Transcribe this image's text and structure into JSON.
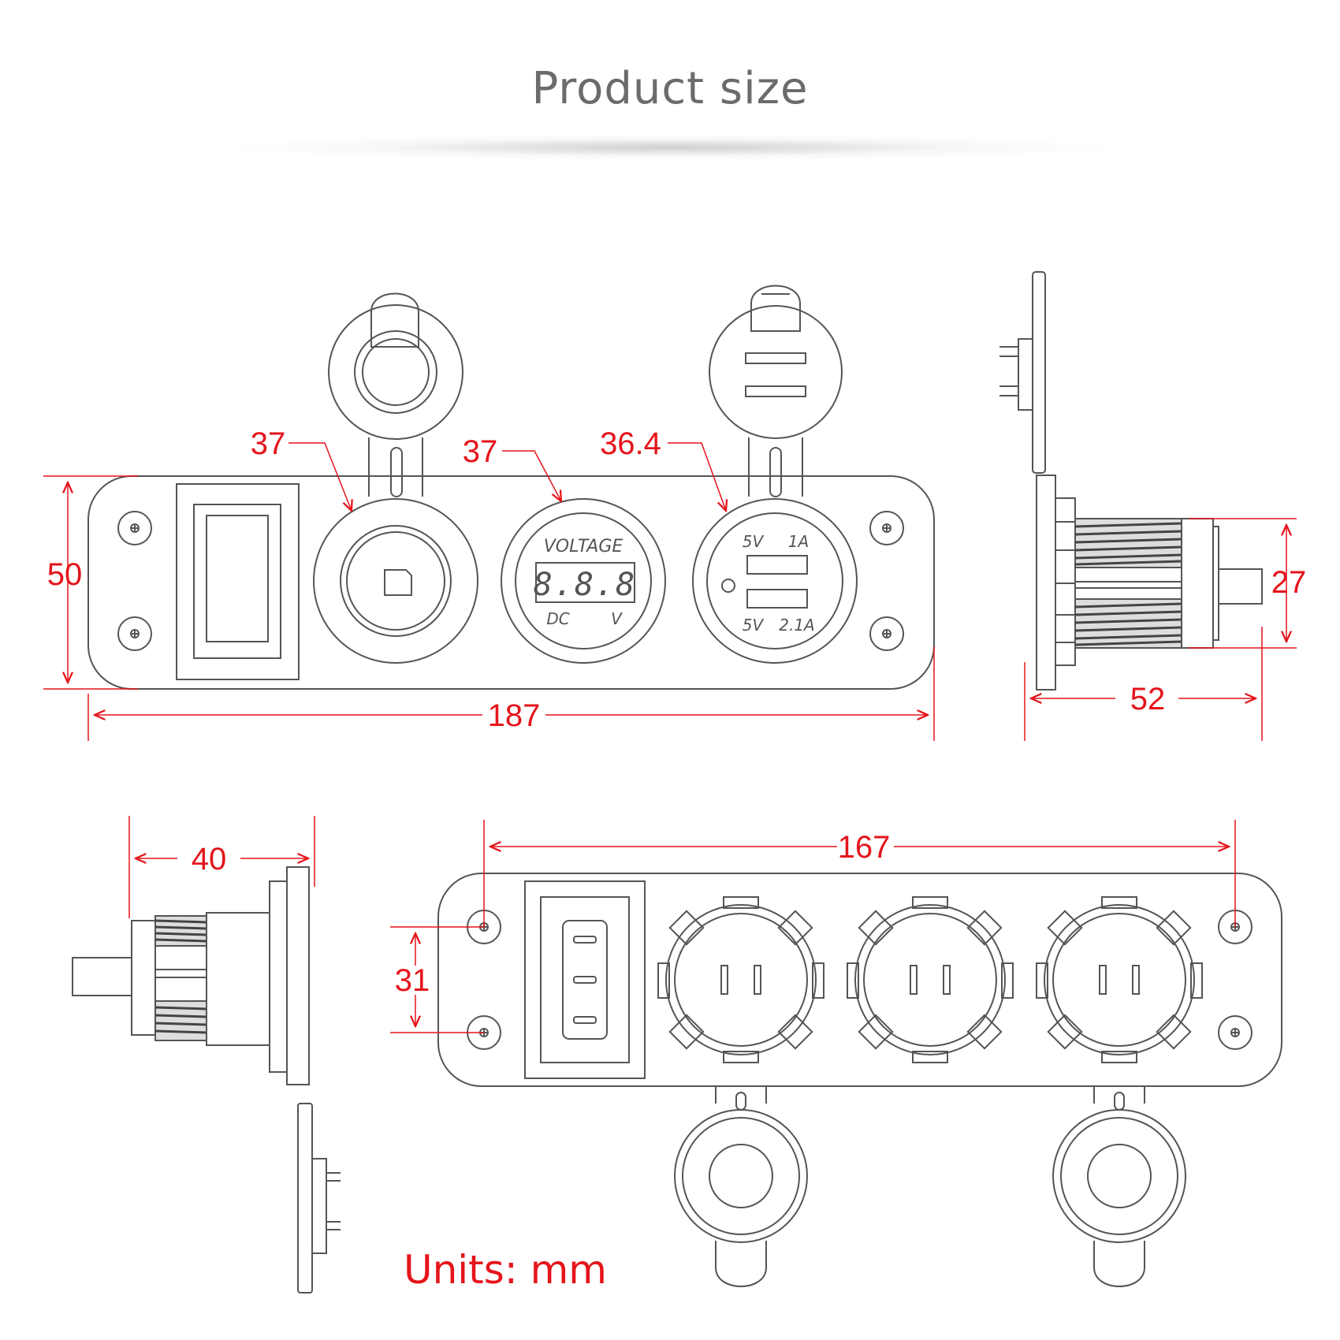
{
  "title": "Product size",
  "units_note": "Units: mm",
  "colors": {
    "dimension": "#e5141b",
    "outline": "#555555",
    "title": "#6b6b6b"
  },
  "front_view": {
    "dims": {
      "width": "187",
      "height": "50",
      "socket_diameter": "37",
      "voltmeter_diameter": "37",
      "usb_diameter": "36.4"
    },
    "voltmeter": {
      "label": "VOLTAGE",
      "digits": "8.8.8",
      "dc": "DC",
      "unit": "V"
    },
    "usb": {
      "port1_voltage": "5V",
      "port1_current": "1A",
      "port2_voltage": "5V",
      "port2_current": "2.1A"
    }
  },
  "side_view": {
    "dims": {
      "depth": "52",
      "thread_diameter": "27"
    }
  },
  "side_view_2": {
    "dims": {
      "depth": "40"
    }
  },
  "back_view": {
    "dims": {
      "hole_spacing_x": "167",
      "hole_spacing_y": "31"
    }
  }
}
